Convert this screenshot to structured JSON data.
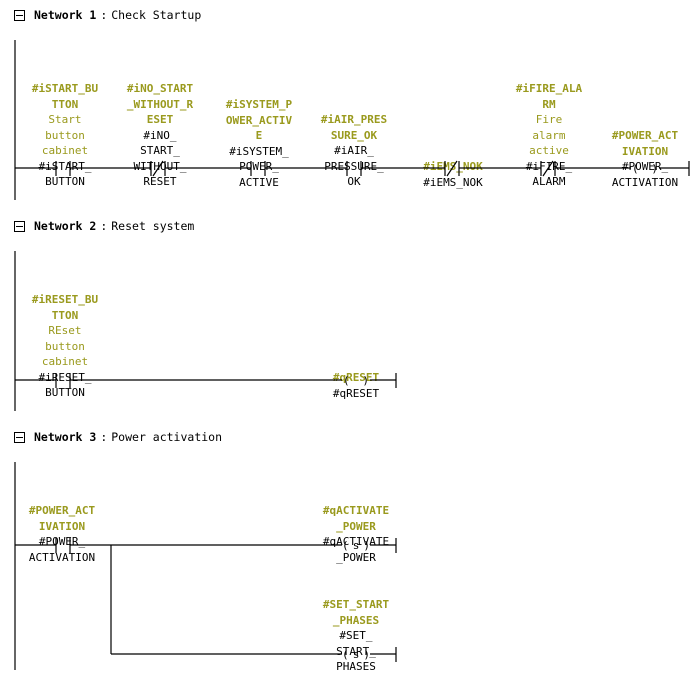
{
  "networks": [
    {
      "header": "Network 1",
      "title": "Check Startup",
      "elements": [
        {
          "symbol": "#iSTART_BU\nTTON",
          "comment": "Start\nbutton\ncabinet",
          "operand": "#iSTART_\nBUTTON",
          "type": "NO"
        },
        {
          "symbol": "#iNO_START\n_WITHOUT_R\nESET",
          "comment": "",
          "operand": "#iNO_\nSTART_\nWITHOUT_\nRESET",
          "type": "NC"
        },
        {
          "symbol": "#iSYSTEM_P\nOWER_ACTIV\nE",
          "comment": "",
          "operand": "#iSYSTEM_\nPOWER_\nACTIVE",
          "type": "NO"
        },
        {
          "symbol": "#iAIR_PRES\nSURE_OK",
          "comment": "",
          "operand": "#iAIR_\nPRESSURE_\nOK",
          "type": "NO"
        },
        {
          "symbol": "#iEMS_NOK",
          "comment": "",
          "operand": "#iEMS_NOK",
          "type": "NC"
        },
        {
          "symbol": "#iFIRE_ALA\nRM",
          "comment": "Fire\nalarm\nactive",
          "operand": "#iFIRE_\nALARM",
          "type": "NC"
        },
        {
          "symbol": "#POWER_ACT\nIVATION",
          "comment": "",
          "operand": "#POWER_\nACTIVATION",
          "type": "COIL",
          "coil_text": "( )"
        }
      ]
    },
    {
      "header": "Network 2",
      "title": "Reset system",
      "elements": [
        {
          "symbol": "#iRESET_BU\nTTON",
          "comment": "REset\nbutton\ncabinet",
          "operand": "#iRESET_\nBUTTON",
          "type": "NO"
        },
        {
          "symbol": "#qRESET",
          "comment": "",
          "operand": "#qRESET",
          "type": "COIL",
          "coil_text": "( )"
        }
      ]
    },
    {
      "header": "Network 3",
      "title": "Power activation",
      "elements": [
        {
          "symbol": "#POWER_ACT\nIVATION",
          "comment": "",
          "operand": "#POWER_\nACTIVATION",
          "type": "NO"
        },
        {
          "symbol": "#qACTIVATE\n_POWER",
          "comment": "",
          "operand": "#qACTIVATE\n_POWER",
          "type": "COIL",
          "coil_text": "(s)"
        },
        {
          "symbol": "#SET_START\n_PHASES",
          "comment": "",
          "operand": "#SET_\nSTART_\nPHASES",
          "type": "COIL",
          "coil_text": "(s)"
        }
      ]
    }
  ],
  "colors": {
    "symbol": "#9a9a1e",
    "wire": "#000000"
  }
}
